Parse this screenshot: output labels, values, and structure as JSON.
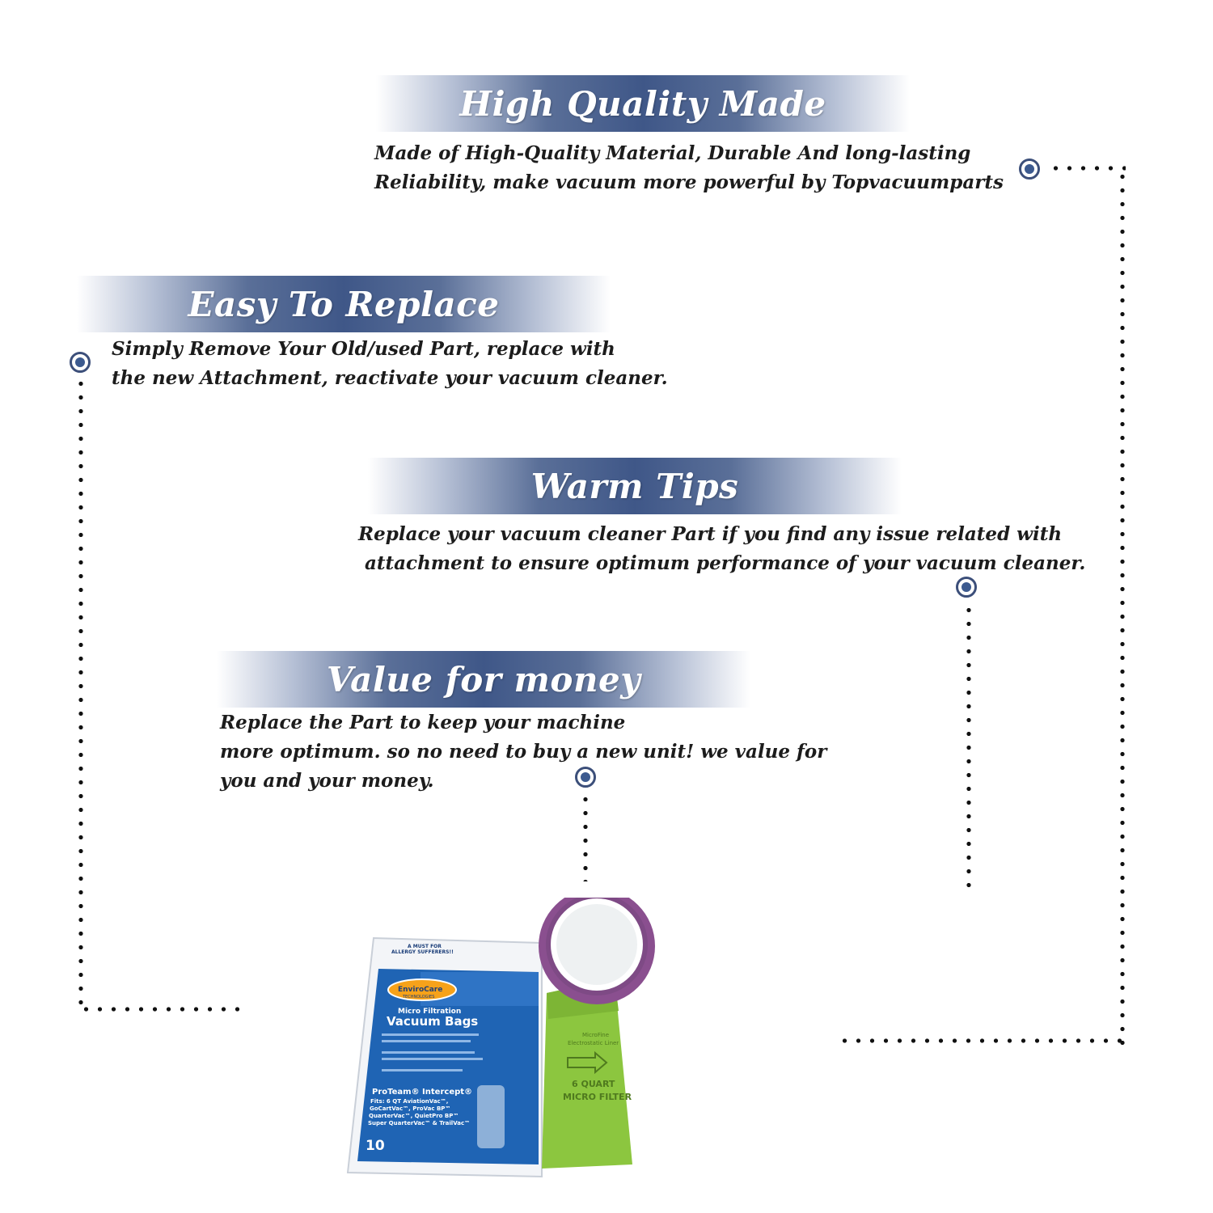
{
  "sections": [
    {
      "title": "High Quality Made",
      "lines": [
        "Made of  High-Quality Material, Durable And long-lasting",
        "Reliability, make vacuum more powerful by Topvacuumparts"
      ]
    },
    {
      "title": "Easy To Replace",
      "lines": [
        "Simply Remove Your Old/used Part, replace with",
        "the new Attachment, reactivate your vacuum cleaner."
      ]
    },
    {
      "title": "Warm Tips",
      "lines": [
        "Replace your vacuum cleaner Part if you find any issue related with",
        " attachment to ensure optimum performance of your vacuum cleaner."
      ]
    },
    {
      "title": "Value for money",
      "lines": [
        "Replace the Part to keep your machine",
        "more optimum. so no need to buy a new unit! we value for",
        "you and your money."
      ]
    }
  ],
  "product": {
    "package_top": [
      "A MUST FOR",
      "ALLERGY SUFFERERS!!"
    ],
    "brand": [
      "EnviroCare",
      "TECHNOLOGIES"
    ],
    "subtitle": "Micro Filtration",
    "name": "Vacuum Bags",
    "model": "ProTeam® Intercept®",
    "fits": [
      "Fits: 6 QT AviationVac™,",
      "GoCartVac™, ProVac BP™",
      "QuarterVac™, QuietPro BP™",
      "Super QuarterVac™ & TrailVac™"
    ],
    "count": "10",
    "bag_lines": [
      "MicroFine",
      "Electrostatic Liner"
    ],
    "bag_label": [
      "6 QUART",
      "MICRO FILTER"
    ]
  },
  "colors": {
    "accent": "#3f5788",
    "marker": "#3c5a8f",
    "bag_green": "#8cc63f",
    "package_blue": "#1f64b4"
  }
}
